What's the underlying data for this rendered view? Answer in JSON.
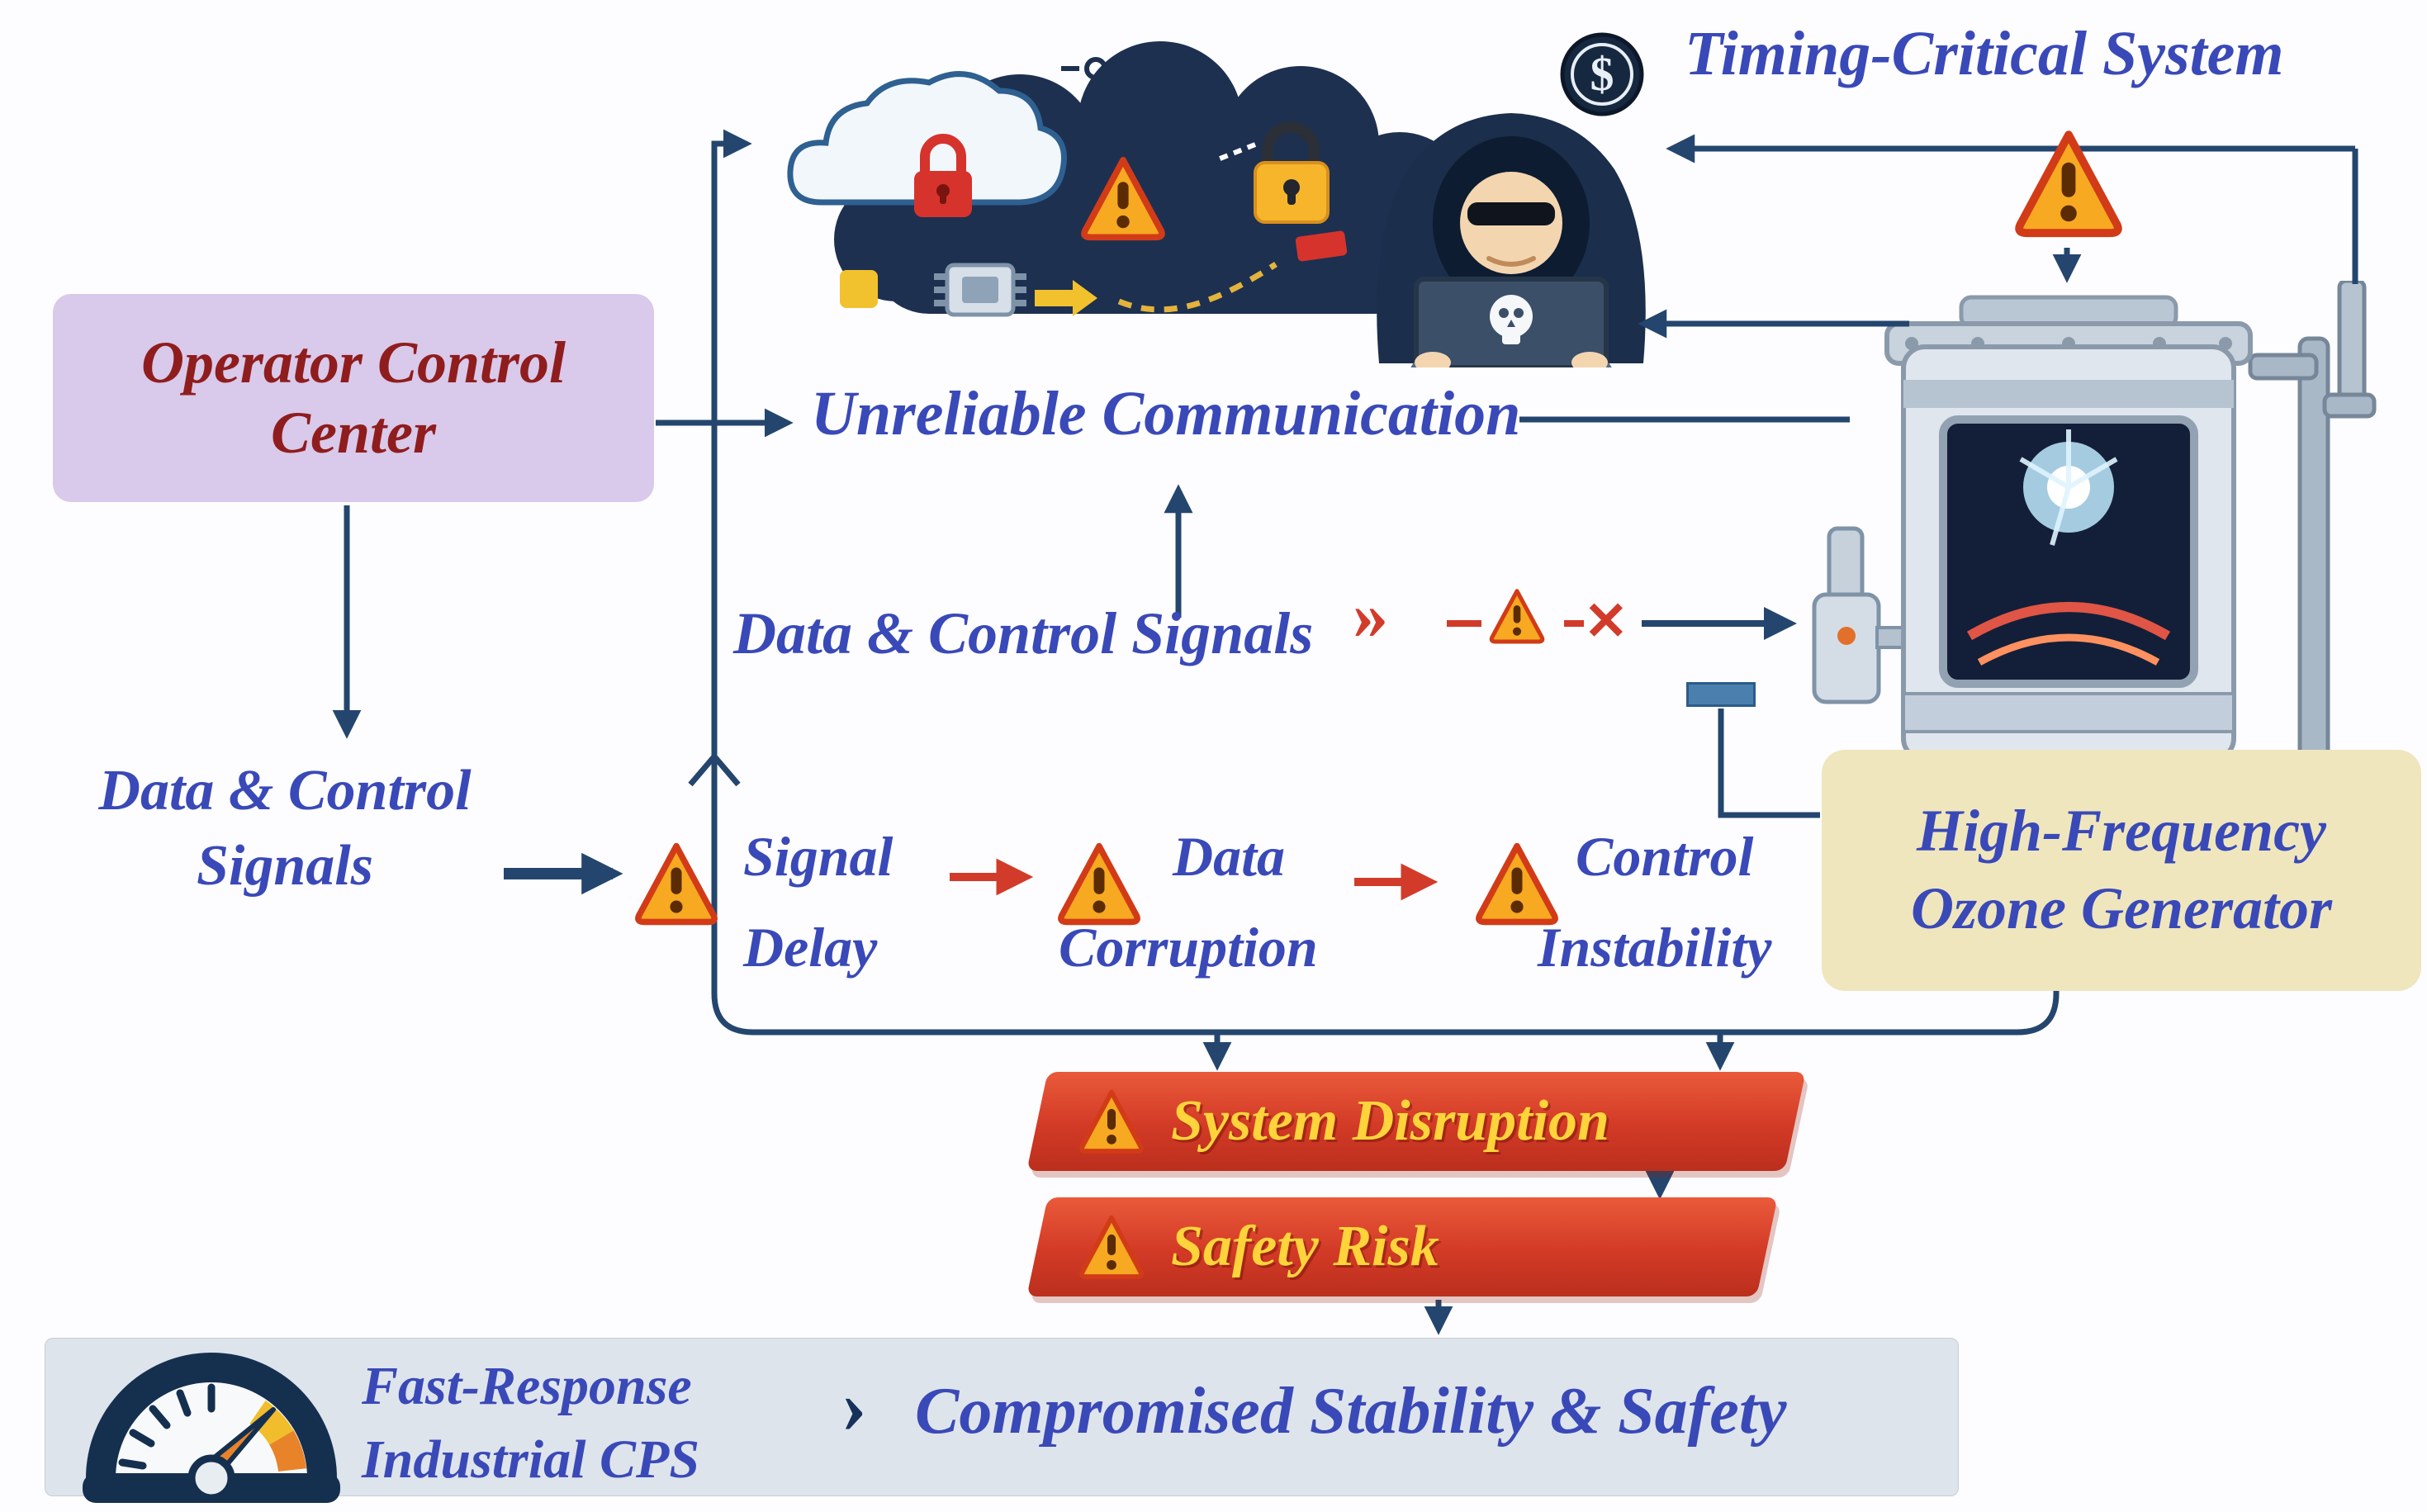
{
  "labels": {
    "timing_critical": "Timing-Critical System",
    "operator": {
      "line1": "Operator Control",
      "line2": "Center"
    },
    "unreliable": "Unreliable Communication",
    "data_signals_mid": "Data & Control Signals",
    "data_signals_left": {
      "line1": "Data & Control",
      "line2": "Signals"
    },
    "ozone": {
      "line1": "High-Frequency",
      "line2": "Ozone Generator"
    },
    "fast_response": {
      "line1": "Fast-Response",
      "line2": "Industrial CPS"
    },
    "compromised": "Compromised Stability & Safety"
  },
  "warnings": [
    {
      "line1": "Signal",
      "line2": "Delay"
    },
    {
      "line1": "Data",
      "line2": "Corruption"
    },
    {
      "line1": "Control",
      "line2": "Instability"
    }
  ],
  "banners": [
    {
      "label": "System Disruption"
    },
    {
      "label": "Safety Risk"
    }
  ],
  "marks": {
    "chevrons": "»",
    "cross": "✕",
    "dollar": "$",
    "flow_chevron": "›"
  },
  "icons": {
    "warning": "warning-triangle-icon",
    "hacker": "hacker-icon",
    "skull": "skull-icon",
    "cloud": "cloud-icon",
    "red_padlock": "red-padlock-icon",
    "yellow_padlock": "yellow-padlock-icon",
    "dollar_coin": "dollar-coin-icon",
    "gauge": "gauge-icon",
    "machine": "ozone-generator-illustration"
  },
  "colors": {
    "label_blue": "#3a49b8",
    "arrow_navy": "#24466e",
    "operator_text": "#8f1d1d",
    "operator_bg": "#d9c9ea",
    "ozone_bg": "#efe6bd",
    "banner_red": "#d23a26",
    "banner_text": "#ffd43b",
    "warning_orange": "#f7a921",
    "red_accent": "#d23b2a",
    "bottom_bar_bg": "#dee4eb"
  }
}
